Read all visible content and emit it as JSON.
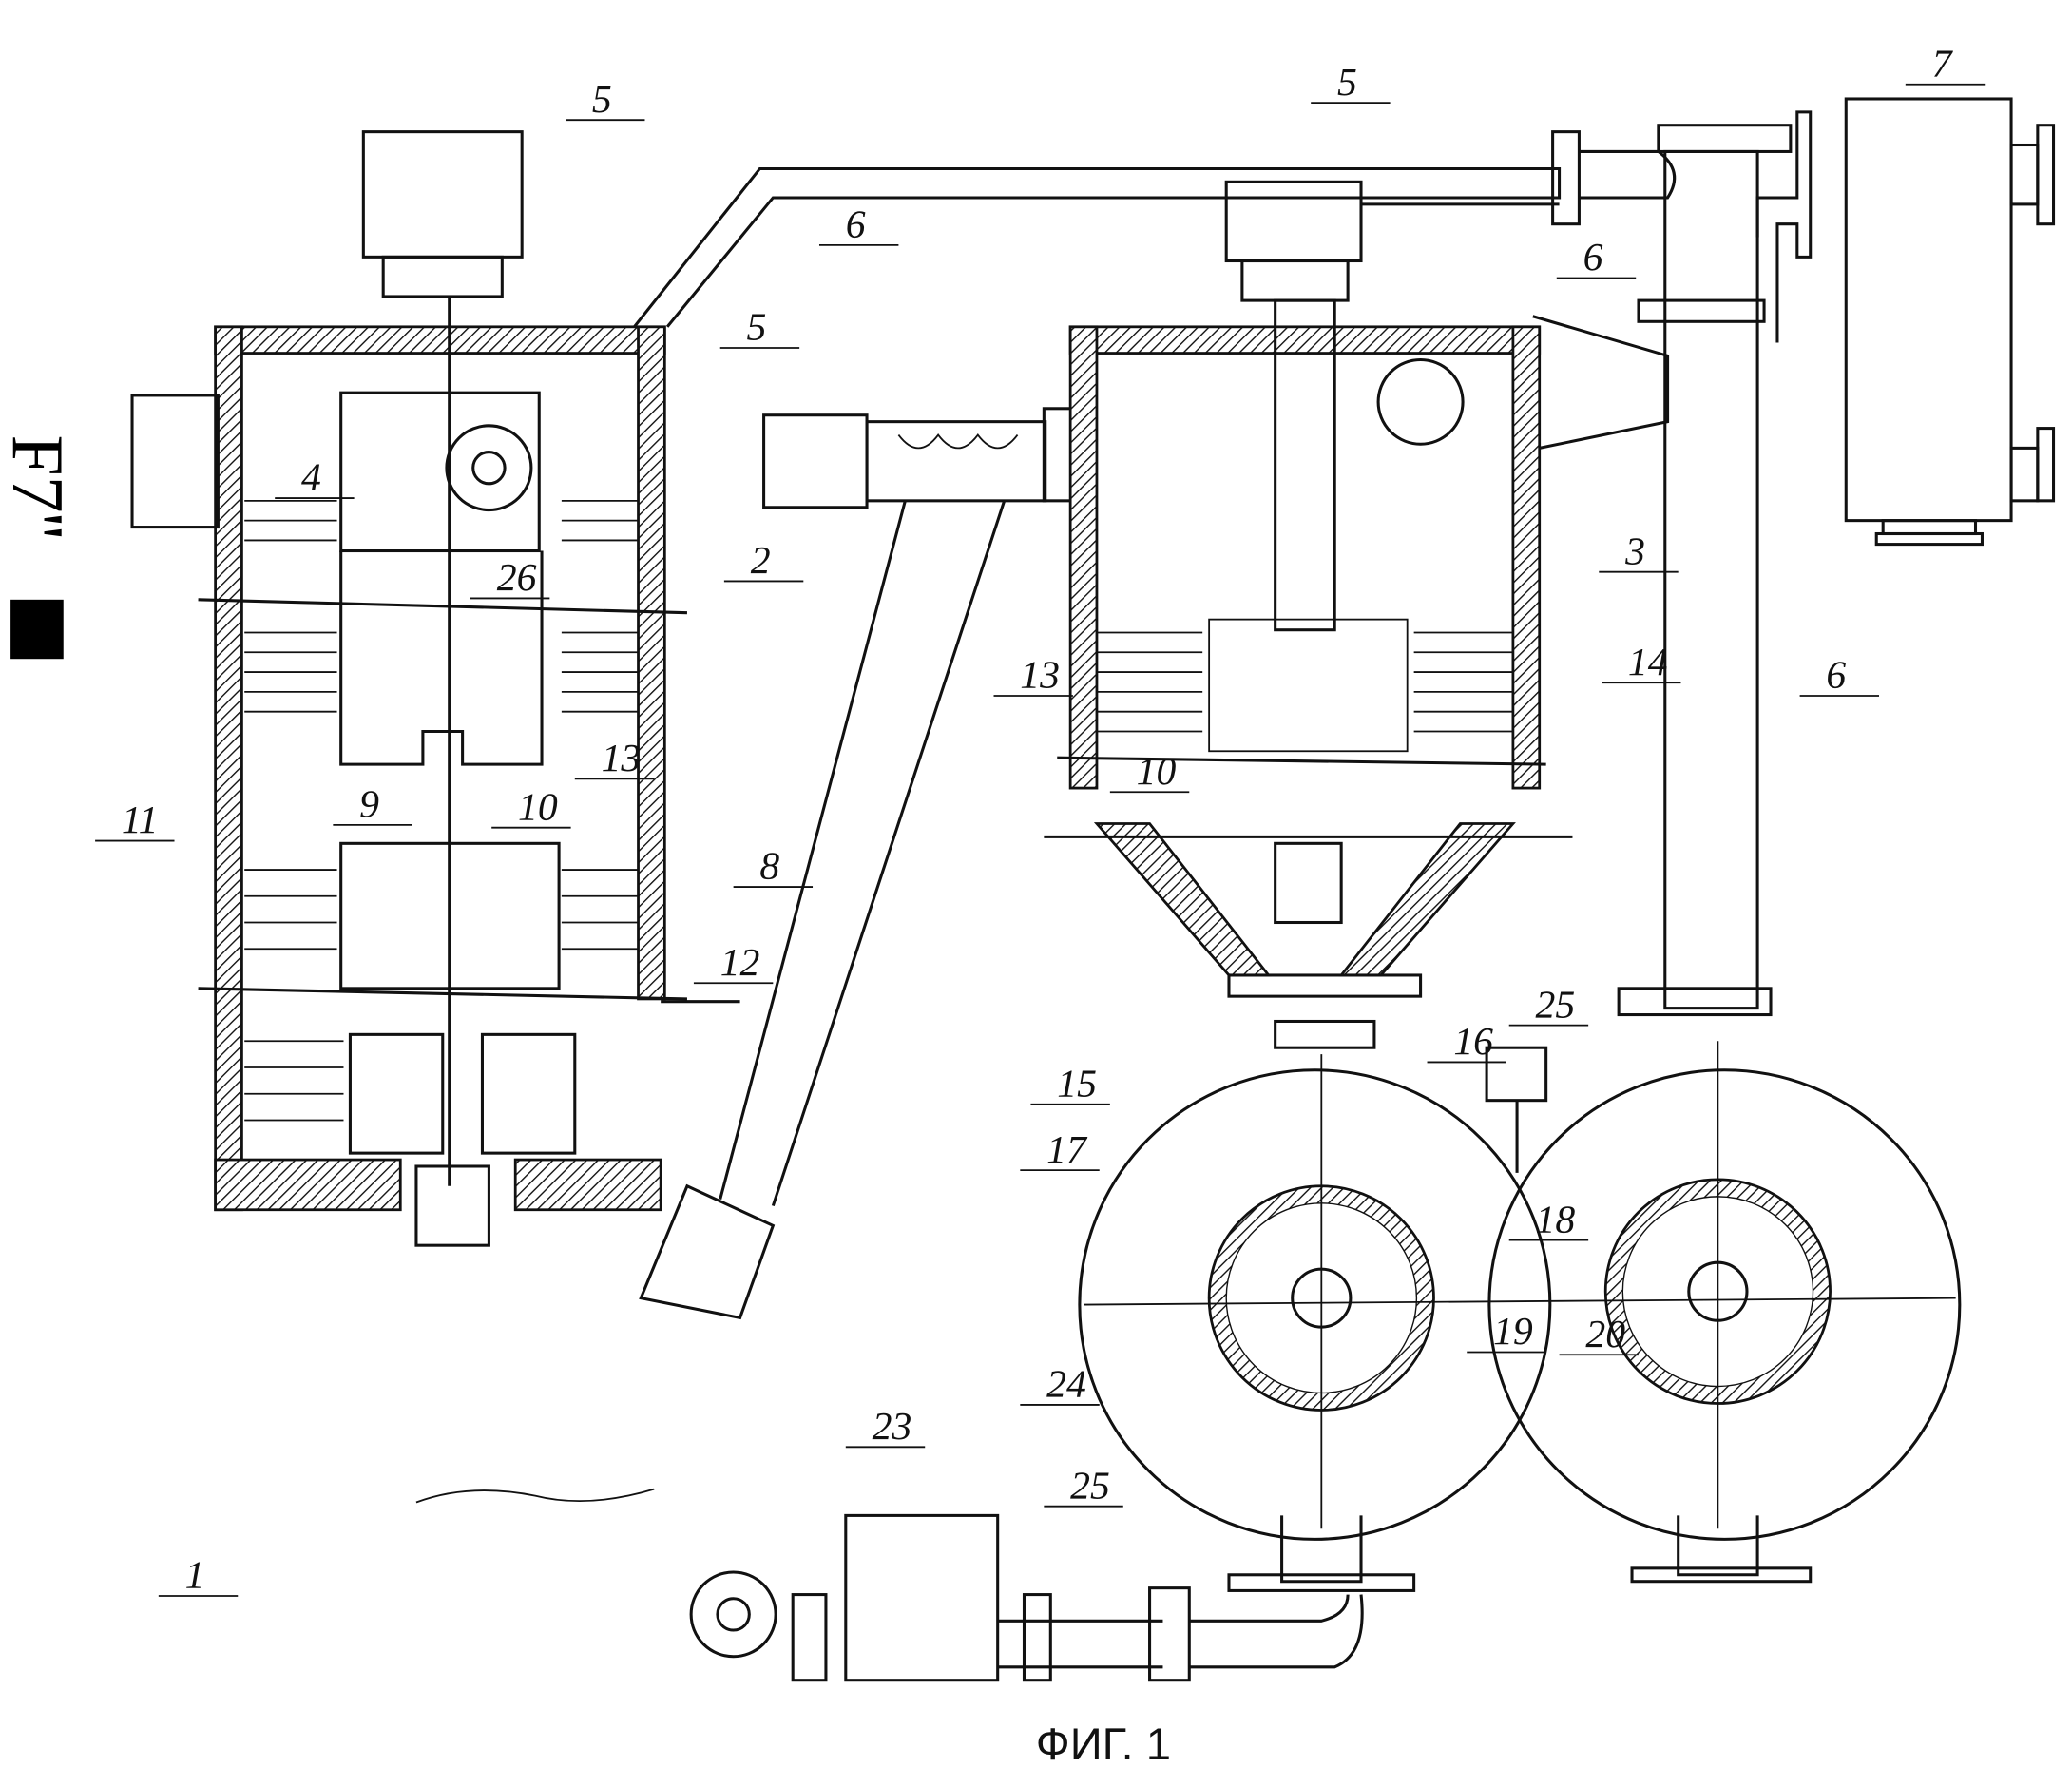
{
  "figure": {
    "caption": "ФИГ. 1",
    "stamp_text": "F7''",
    "reference_numerals": [
      "5",
      "6",
      "5",
      "5",
      "6",
      "7",
      "2",
      "4",
      "26",
      "3",
      "14",
      "13",
      "13",
      "9",
      "10",
      "11",
      "8",
      "12",
      "10",
      "25",
      "16",
      "15",
      "17",
      "18",
      "19",
      "20",
      "6",
      "23",
      "24",
      "25",
      "1"
    ]
  }
}
